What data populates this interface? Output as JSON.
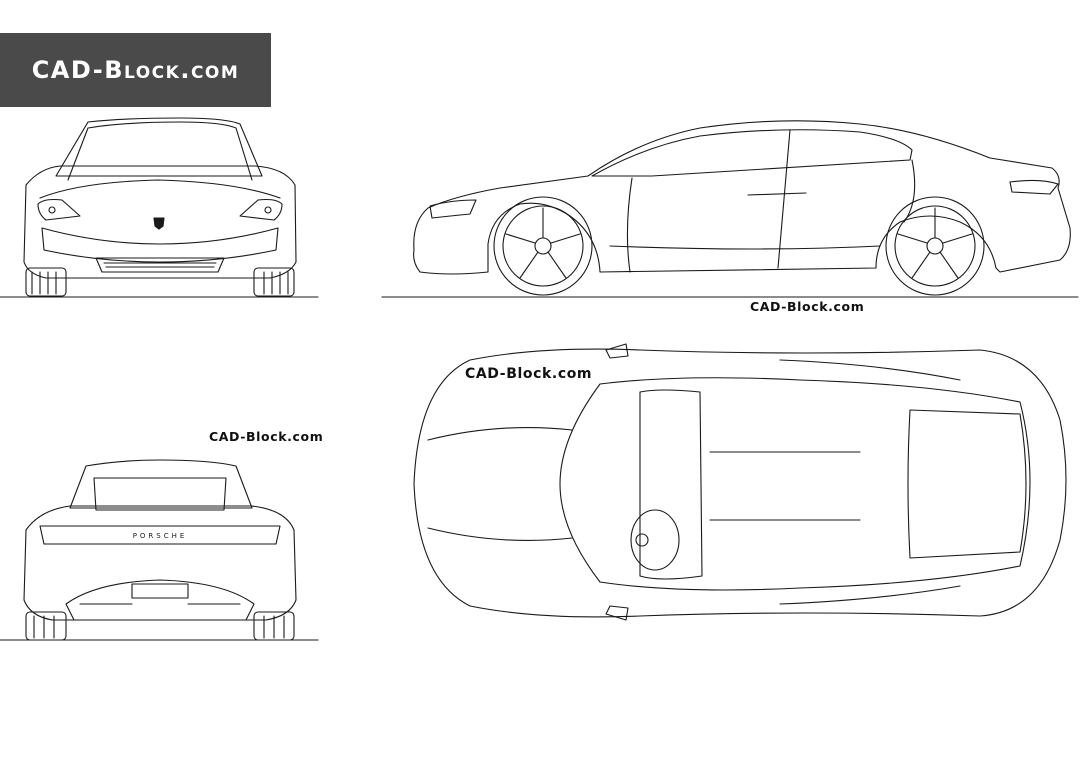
{
  "logo": {
    "text": "CAD-Block.com"
  },
  "watermarks": {
    "side_view": "CAD-Block.com",
    "top_view": "CAD-Block.com",
    "rear_view": "CAD-Block.com"
  },
  "vehicle": {
    "rear_badge": "PORSCHE"
  },
  "views": [
    "front-view",
    "side-view",
    "rear-view",
    "top-view"
  ],
  "colors": {
    "logo_background": "#4a4a4a",
    "logo_text": "#ffffff",
    "line": "#1a1a1a",
    "background": "#ffffff"
  }
}
